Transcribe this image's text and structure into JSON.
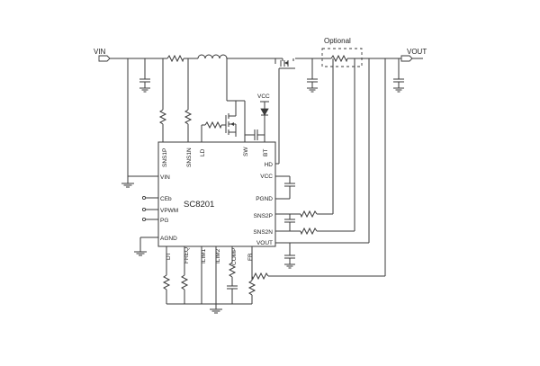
{
  "chip": {
    "name": "SC8201"
  },
  "rails": {
    "vin": "VIN",
    "vout": "VOUT",
    "optional": "Optional",
    "vcc": "VCC"
  },
  "pins": {
    "left": [
      "VIN",
      "CEb",
      "VPWM",
      "PG",
      "AGND"
    ],
    "right": [
      "HD",
      "VCC",
      "PGND",
      "SNS2P",
      "SNS2N",
      "VOUT"
    ],
    "top": [
      "SNS1P",
      "SNS1N",
      "LD",
      "SW",
      "BT"
    ],
    "bottom": [
      "DT",
      "FREQ",
      "ILIM1",
      "ILIM2",
      "COMP",
      "FB"
    ]
  },
  "colors": {
    "line": "#3a3a3a",
    "background": "#ffffff"
  }
}
